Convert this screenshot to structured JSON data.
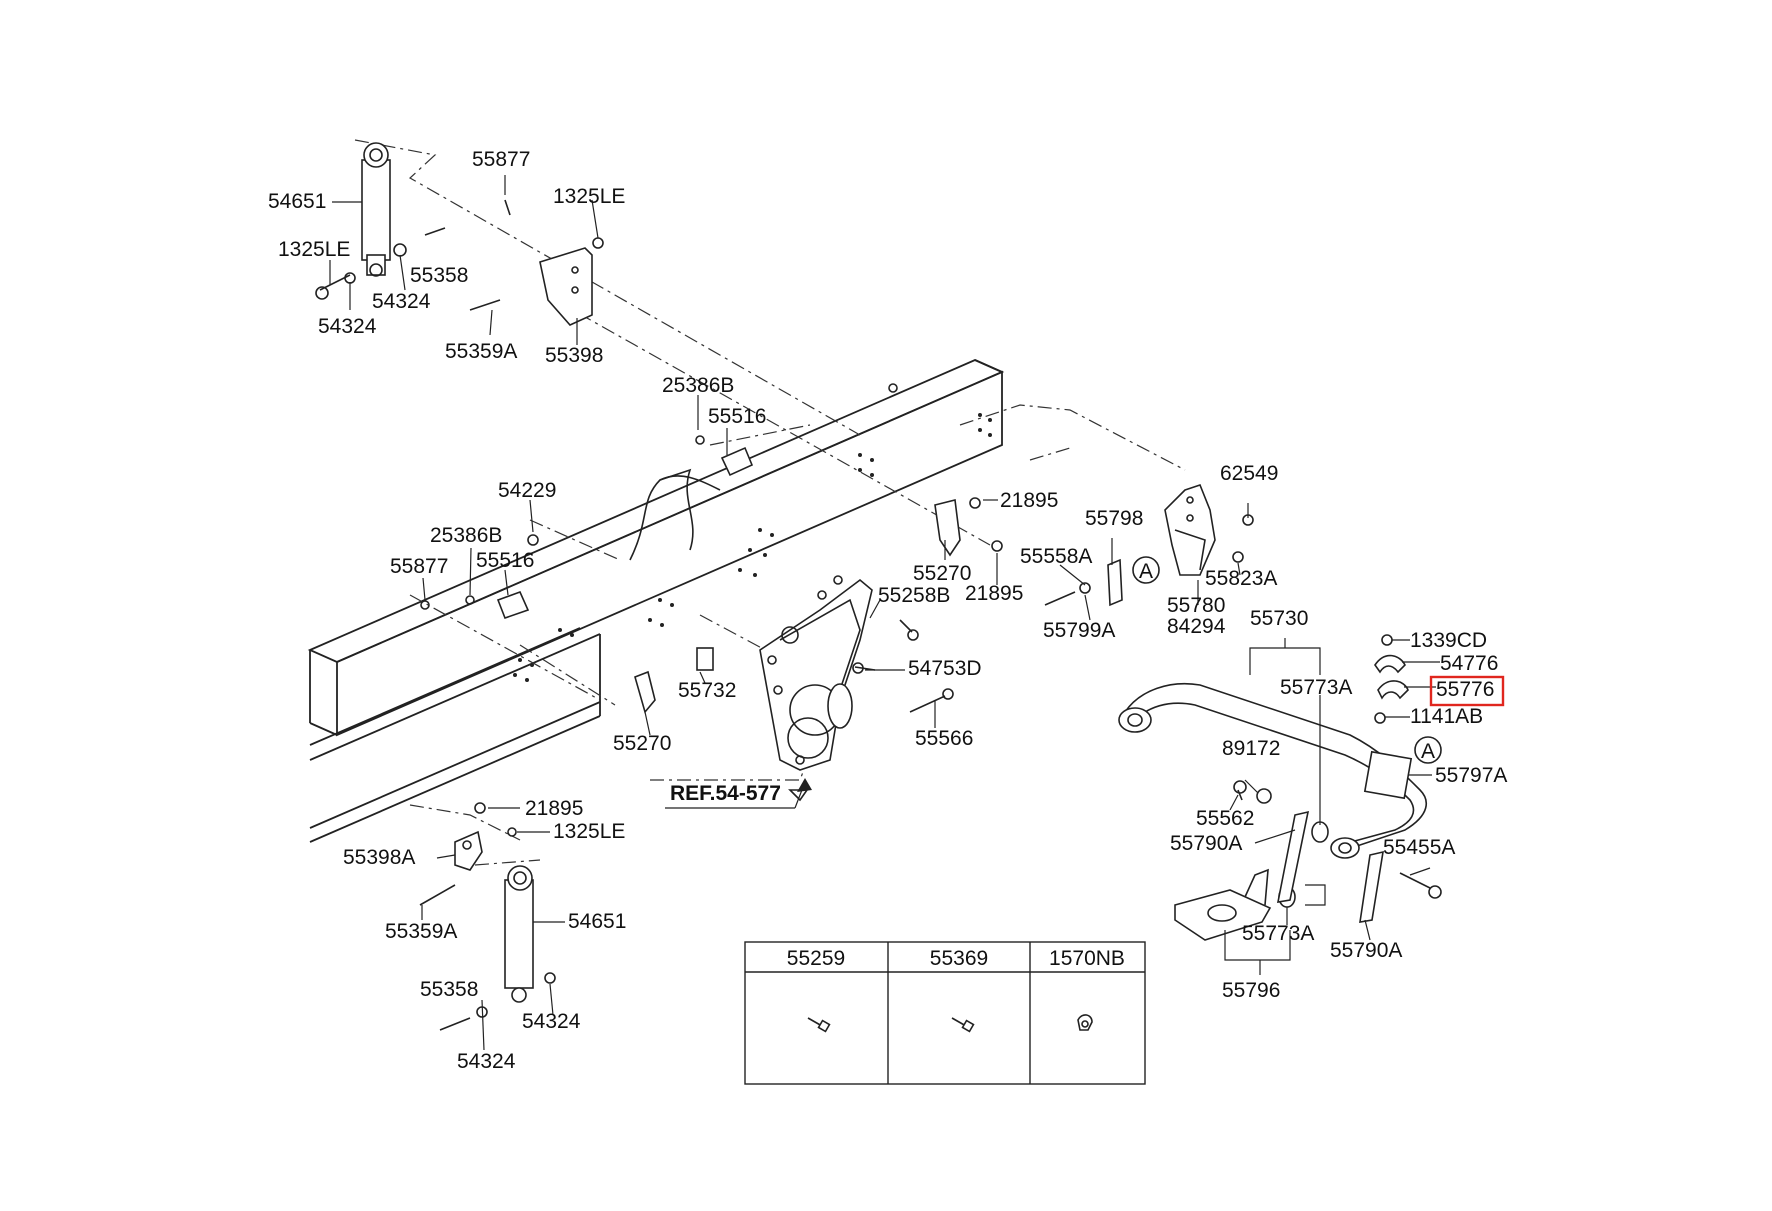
{
  "diagram": {
    "labels": [
      "54651",
      "1325LE",
      "55877",
      "1325LE",
      "55358",
      "54324",
      "54324",
      "55359A",
      "55398",
      "25386B",
      "55516",
      "54229",
      "25386B",
      "55877",
      "55516",
      "21895",
      "55270",
      "21895",
      "55258B",
      "54753D",
      "55732",
      "55270",
      "55566",
      "REF.54-577",
      "21895",
      "1325LE",
      "55398A",
      "55359A",
      "54651",
      "55358",
      "54324",
      "54324",
      "62549",
      "55798",
      "55558A",
      "55823A",
      "55780",
      "84294",
      "55799A",
      "55730",
      "1339CD",
      "54776",
      "55776",
      "55773A",
      "1141AB",
      "89172",
      "55797A",
      "55562",
      "55790A",
      "55455A",
      "55773A",
      "55790A",
      "55796"
    ],
    "callouts": [
      "A",
      "A"
    ],
    "highlighted_label": "55776",
    "highlight_color": "#e0261e",
    "table": {
      "headers": [
        "55259",
        "55369",
        "1570NB"
      ]
    }
  }
}
